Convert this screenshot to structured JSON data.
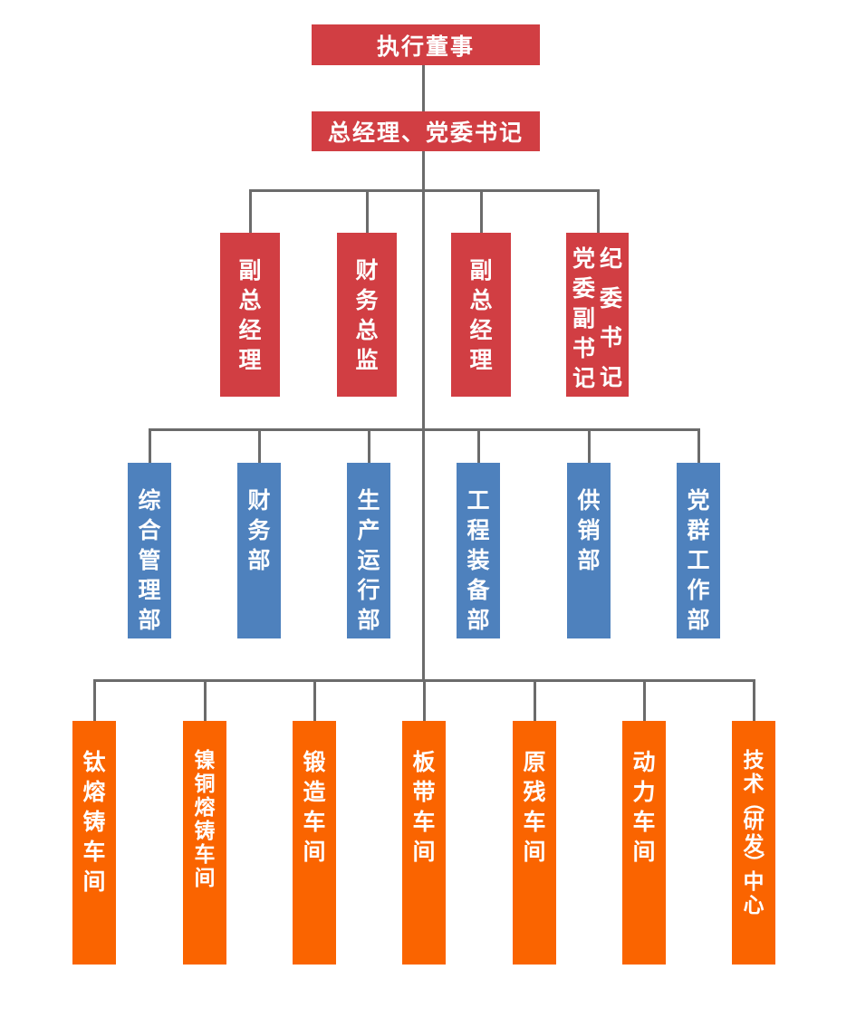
{
  "colors": {
    "red": "#D13E43",
    "blue": "#4E81BD",
    "orange": "#FA6400",
    "line": "#6B6B6B",
    "label_text": "#FFFFFF",
    "background": "#FFFFFF"
  },
  "org": {
    "root": {
      "label": "执行董事"
    },
    "gm": {
      "label": "总经理、党委书记"
    },
    "management": {
      "nodes": [
        {
          "label": "副总经理"
        },
        {
          "label": "财务总监"
        },
        {
          "label": "副总经理"
        },
        {
          "label": "纪委书记",
          "label2": "党委副书记"
        }
      ]
    },
    "departments": {
      "nodes": [
        {
          "label": "综合管理部"
        },
        {
          "label": "财务部"
        },
        {
          "label": "生产运行部"
        },
        {
          "label": "工程装备部"
        },
        {
          "label": "供销部"
        },
        {
          "label": "党群工作部"
        }
      ]
    },
    "workshops": {
      "nodes": [
        {
          "label": "钛熔铸车间"
        },
        {
          "label": "镍铜熔铸车间"
        },
        {
          "label": "锻造车间"
        },
        {
          "label": "板带车间"
        },
        {
          "label": "原残车间"
        },
        {
          "label": "动力车间"
        },
        {
          "label": "技术（研发）中心"
        }
      ]
    }
  }
}
